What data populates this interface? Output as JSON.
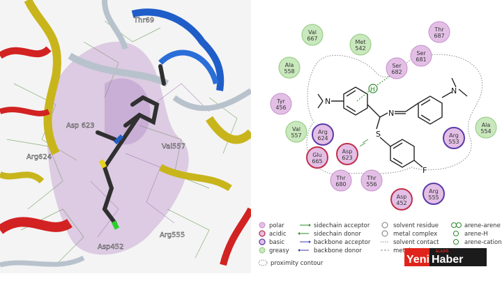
{
  "left_panel": {
    "labels": [
      {
        "id": "asp623",
        "text": "Asp 623"
      },
      {
        "id": "arg624",
        "text": "Arg624"
      },
      {
        "id": "thr_top",
        "text": "Thr69"
      },
      {
        "id": "val557",
        "text": "Val557"
      },
      {
        "id": "asp452",
        "text": "Asp452"
      },
      {
        "id": "arg555",
        "text": "Arg555"
      }
    ]
  },
  "residues": [
    {
      "id": "val667",
      "name": "Val",
      "num": "667",
      "type": "greasy"
    },
    {
      "id": "met542",
      "name": "Met",
      "num": "542",
      "type": "greasy"
    },
    {
      "id": "thr687",
      "name": "Thr",
      "num": "687",
      "type": "polar"
    },
    {
      "id": "ala558",
      "name": "Ala",
      "num": "558",
      "type": "greasy"
    },
    {
      "id": "ser682",
      "name": "Ser",
      "num": "682",
      "type": "polar"
    },
    {
      "id": "ser681",
      "name": "Ser",
      "num": "681",
      "type": "polar"
    },
    {
      "id": "tyr456",
      "name": "Tyr",
      "num": "456",
      "type": "polar"
    },
    {
      "id": "ala554",
      "name": "Ala",
      "num": "554",
      "type": "greasy"
    },
    {
      "id": "val557",
      "name": "Val",
      "num": "557",
      "type": "greasy"
    },
    {
      "id": "arg624",
      "name": "Arg",
      "num": "624",
      "type": "basic"
    },
    {
      "id": "arg553",
      "name": "Arg",
      "num": "553",
      "type": "basic"
    },
    {
      "id": "glu665",
      "name": "Glu",
      "num": "665",
      "type": "acidic"
    },
    {
      "id": "asp623",
      "name": "Asp",
      "num": "623",
      "type": "acidic"
    },
    {
      "id": "thr680",
      "name": "Thr",
      "num": "680",
      "type": "polar"
    },
    {
      "id": "thr556",
      "name": "Thr",
      "num": "556",
      "type": "polar"
    },
    {
      "id": "asp452",
      "name": "Asp",
      "num": "452",
      "type": "acidic"
    },
    {
      "id": "arg555",
      "name": "Arg",
      "num": "555",
      "type": "basic"
    }
  ],
  "ligand_atoms": {
    "n_left": "N",
    "n_right": "N",
    "n_imine": "N",
    "s": "S",
    "f": "F",
    "h": "H"
  },
  "legend": {
    "col1": [
      "polar",
      "acidic",
      "basic",
      "greasy"
    ],
    "col2": [
      "sidechain acceptor",
      "sidechain donor",
      "backbone acceptor",
      "backbone donor"
    ],
    "col3": [
      "solvent residue",
      "metal complex",
      "solvent contact",
      "metal contact"
    ],
    "col4": [
      "arene-arene",
      "arene-H",
      "arene-cation"
    ],
    "proximity": "proximity contour"
  },
  "logo": {
    "small": "ELAZIĞ",
    "part1": "Yeni",
    "part2": "Haber"
  },
  "colors": {
    "polar_fill": "#e3bfe6",
    "polar_stroke": "#c58fcb",
    "acidic_fill": "#e3bfe6",
    "acidic_stroke": "#c0304a",
    "basic_fill": "#e3bfe6",
    "basic_stroke": "#5a3aa8",
    "greasy_fill": "#c9e8bd",
    "greasy_stroke": "#8fc97c",
    "logo_red": "#e0241b"
  }
}
